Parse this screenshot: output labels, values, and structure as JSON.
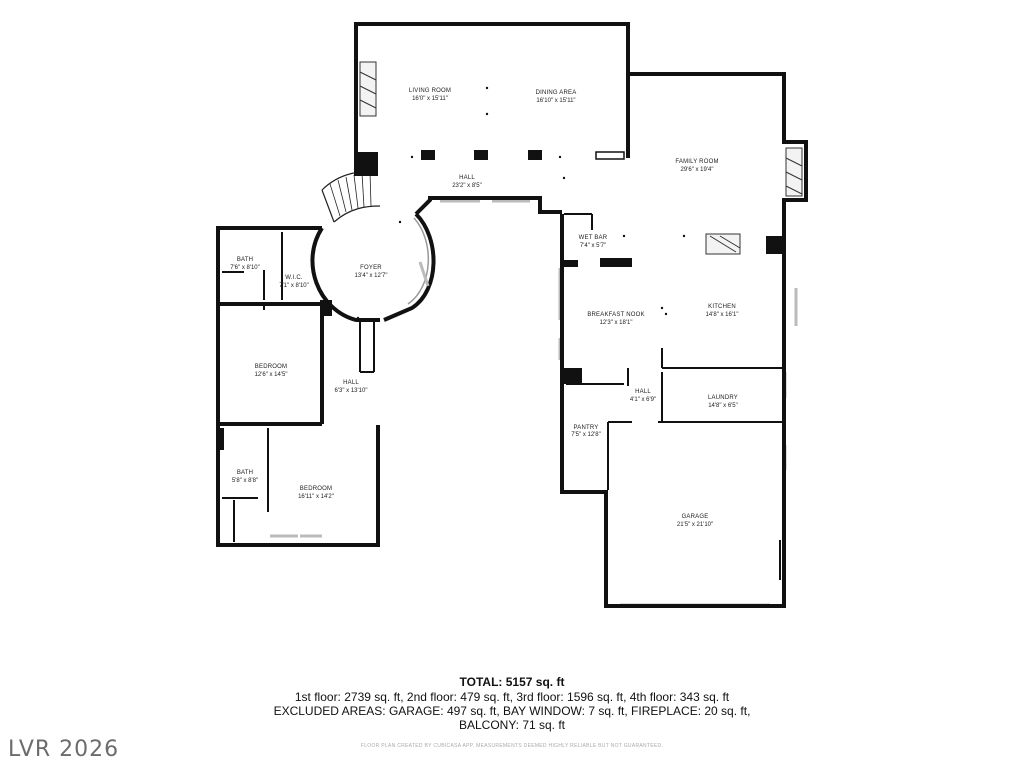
{
  "rooms": [
    {
      "name": "LIVING ROOM",
      "dim": "16'0\" x 15'11\""
    },
    {
      "name": "DINING AREA",
      "dim": "16'10\" x 15'11\""
    },
    {
      "name": "FAMILY ROOM",
      "dim": "29'6\" x 19'4\""
    },
    {
      "name": "HALL",
      "dim": "23'2\" x 8'5\""
    },
    {
      "name": "WET BAR",
      "dim": "7'4\" x 5'7\""
    },
    {
      "name": "FOYER",
      "dim": "13'4\" x 12'7\""
    },
    {
      "name": "BATH",
      "dim": "7'6\" x 8'10\""
    },
    {
      "name": "W.I.C.",
      "dim": "7'1\" x 8'10\""
    },
    {
      "name": "BEDROOM",
      "dim": "12'6\" x 14'5\""
    },
    {
      "name": "HALL",
      "dim": "6'3\" x 13'10\""
    },
    {
      "name": "BREAKFAST NOOK",
      "dim": "12'3\" x 18'1\""
    },
    {
      "name": "KITCHEN",
      "dim": "14'8\" x 16'1\""
    },
    {
      "name": "HALL",
      "dim": "4'1\" x 6'9\""
    },
    {
      "name": "LAUNDRY",
      "dim": "14'8\" x 6'5\""
    },
    {
      "name": "PANTRY",
      "dim": "7'5\" x 12'8\""
    },
    {
      "name": "BATH",
      "dim": "5'8\" x 8'8\""
    },
    {
      "name": "BEDROOM",
      "dim": "16'11\" x 14'2\""
    },
    {
      "name": "GARAGE",
      "dim": "21'5\" x 21'10\""
    }
  ],
  "summary": {
    "total": "TOTAL: 5157 sq. ft",
    "floors": "1st floor: 2739 sq. ft, 2nd floor: 479 sq. ft, 3rd floor: 1596 sq. ft, 4th floor: 343 sq. ft",
    "excluded": "EXCLUDED AREAS: GARAGE: 497 sq. ft, BAY WINDOW: 7 sq. ft, FIREPLACE: 20 sq. ft,",
    "balcony": "BALCONY: 71 sq. ft"
  },
  "footnote": "FLOOR PLAN CREATED BY CUBICASA APP. MEASUREMENTS DEEMED HIGHLY RELIABLE BUT NOT GUARANTEED.",
  "watermark": "LVR 2026",
  "colors": {
    "wall": "#111111",
    "window": "#bbbbbb"
  }
}
